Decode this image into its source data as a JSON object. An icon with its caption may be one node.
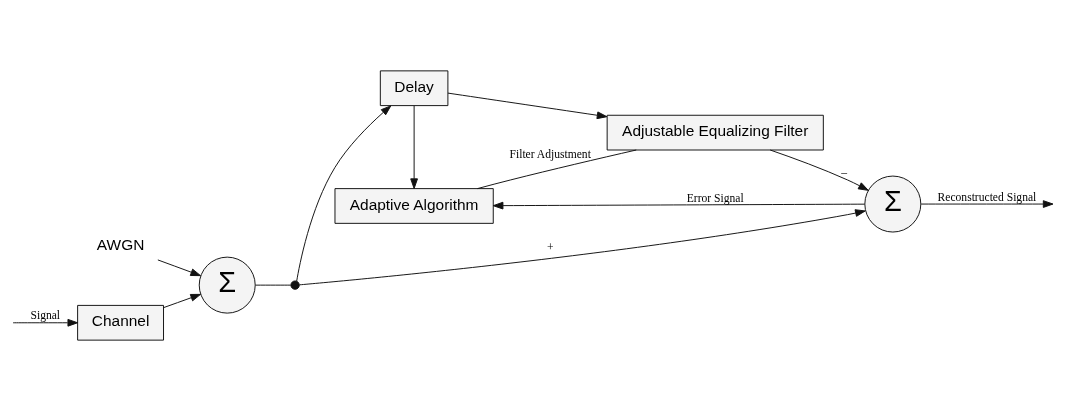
{
  "diagram": {
    "nodes": [
      {
        "text": [
          "Channel"
        ]
      },
      {
        "text": [
          "Σ"
        ]
      },
      {
        "text": [
          "AWGN"
        ]
      },
      {
        "text": [
          "Delay"
        ]
      },
      {
        "text": [
          "Adjustable Equalizing Filter"
        ]
      },
      {
        "text": [
          "Σ"
        ]
      },
      {
        "text": [
          "Adaptive Algorithm"
        ]
      },
      {
        "text": [],
        "shape": "circle"
      }
    ],
    "edges": [
      {
        "from": null,
        "to": 0,
        "arrow": "to",
        "label": "Signal"
      },
      {
        "from": 0,
        "to": 1,
        "arrow": "to"
      },
      {
        "from": 2,
        "to": 1,
        "arrow": "to"
      },
      {
        "from": 1,
        "to": 7,
        "arrow": "none"
      },
      {
        "from": 7,
        "to": 3,
        "arrow": "to"
      },
      {
        "from": 7,
        "to": 5,
        "arrow": "to",
        "label": "+"
      },
      {
        "from": 3,
        "to": 4,
        "arrow": "to"
      },
      {
        "from": 4,
        "to": 5,
        "arrow": "to",
        "label": "–"
      },
      {
        "from": 3,
        "to": 6,
        "arrow": "to"
      },
      {
        "from": 6,
        "to": 4,
        "arrow": "none",
        "label": "Filter Adjustment"
      },
      {
        "from": 5,
        "to": 6,
        "arrow": "to",
        "label": "Error Signal"
      },
      {
        "from": 5,
        "to": null,
        "arrow": "to",
        "label": "Reconstructed Signal"
      }
    ]
  }
}
